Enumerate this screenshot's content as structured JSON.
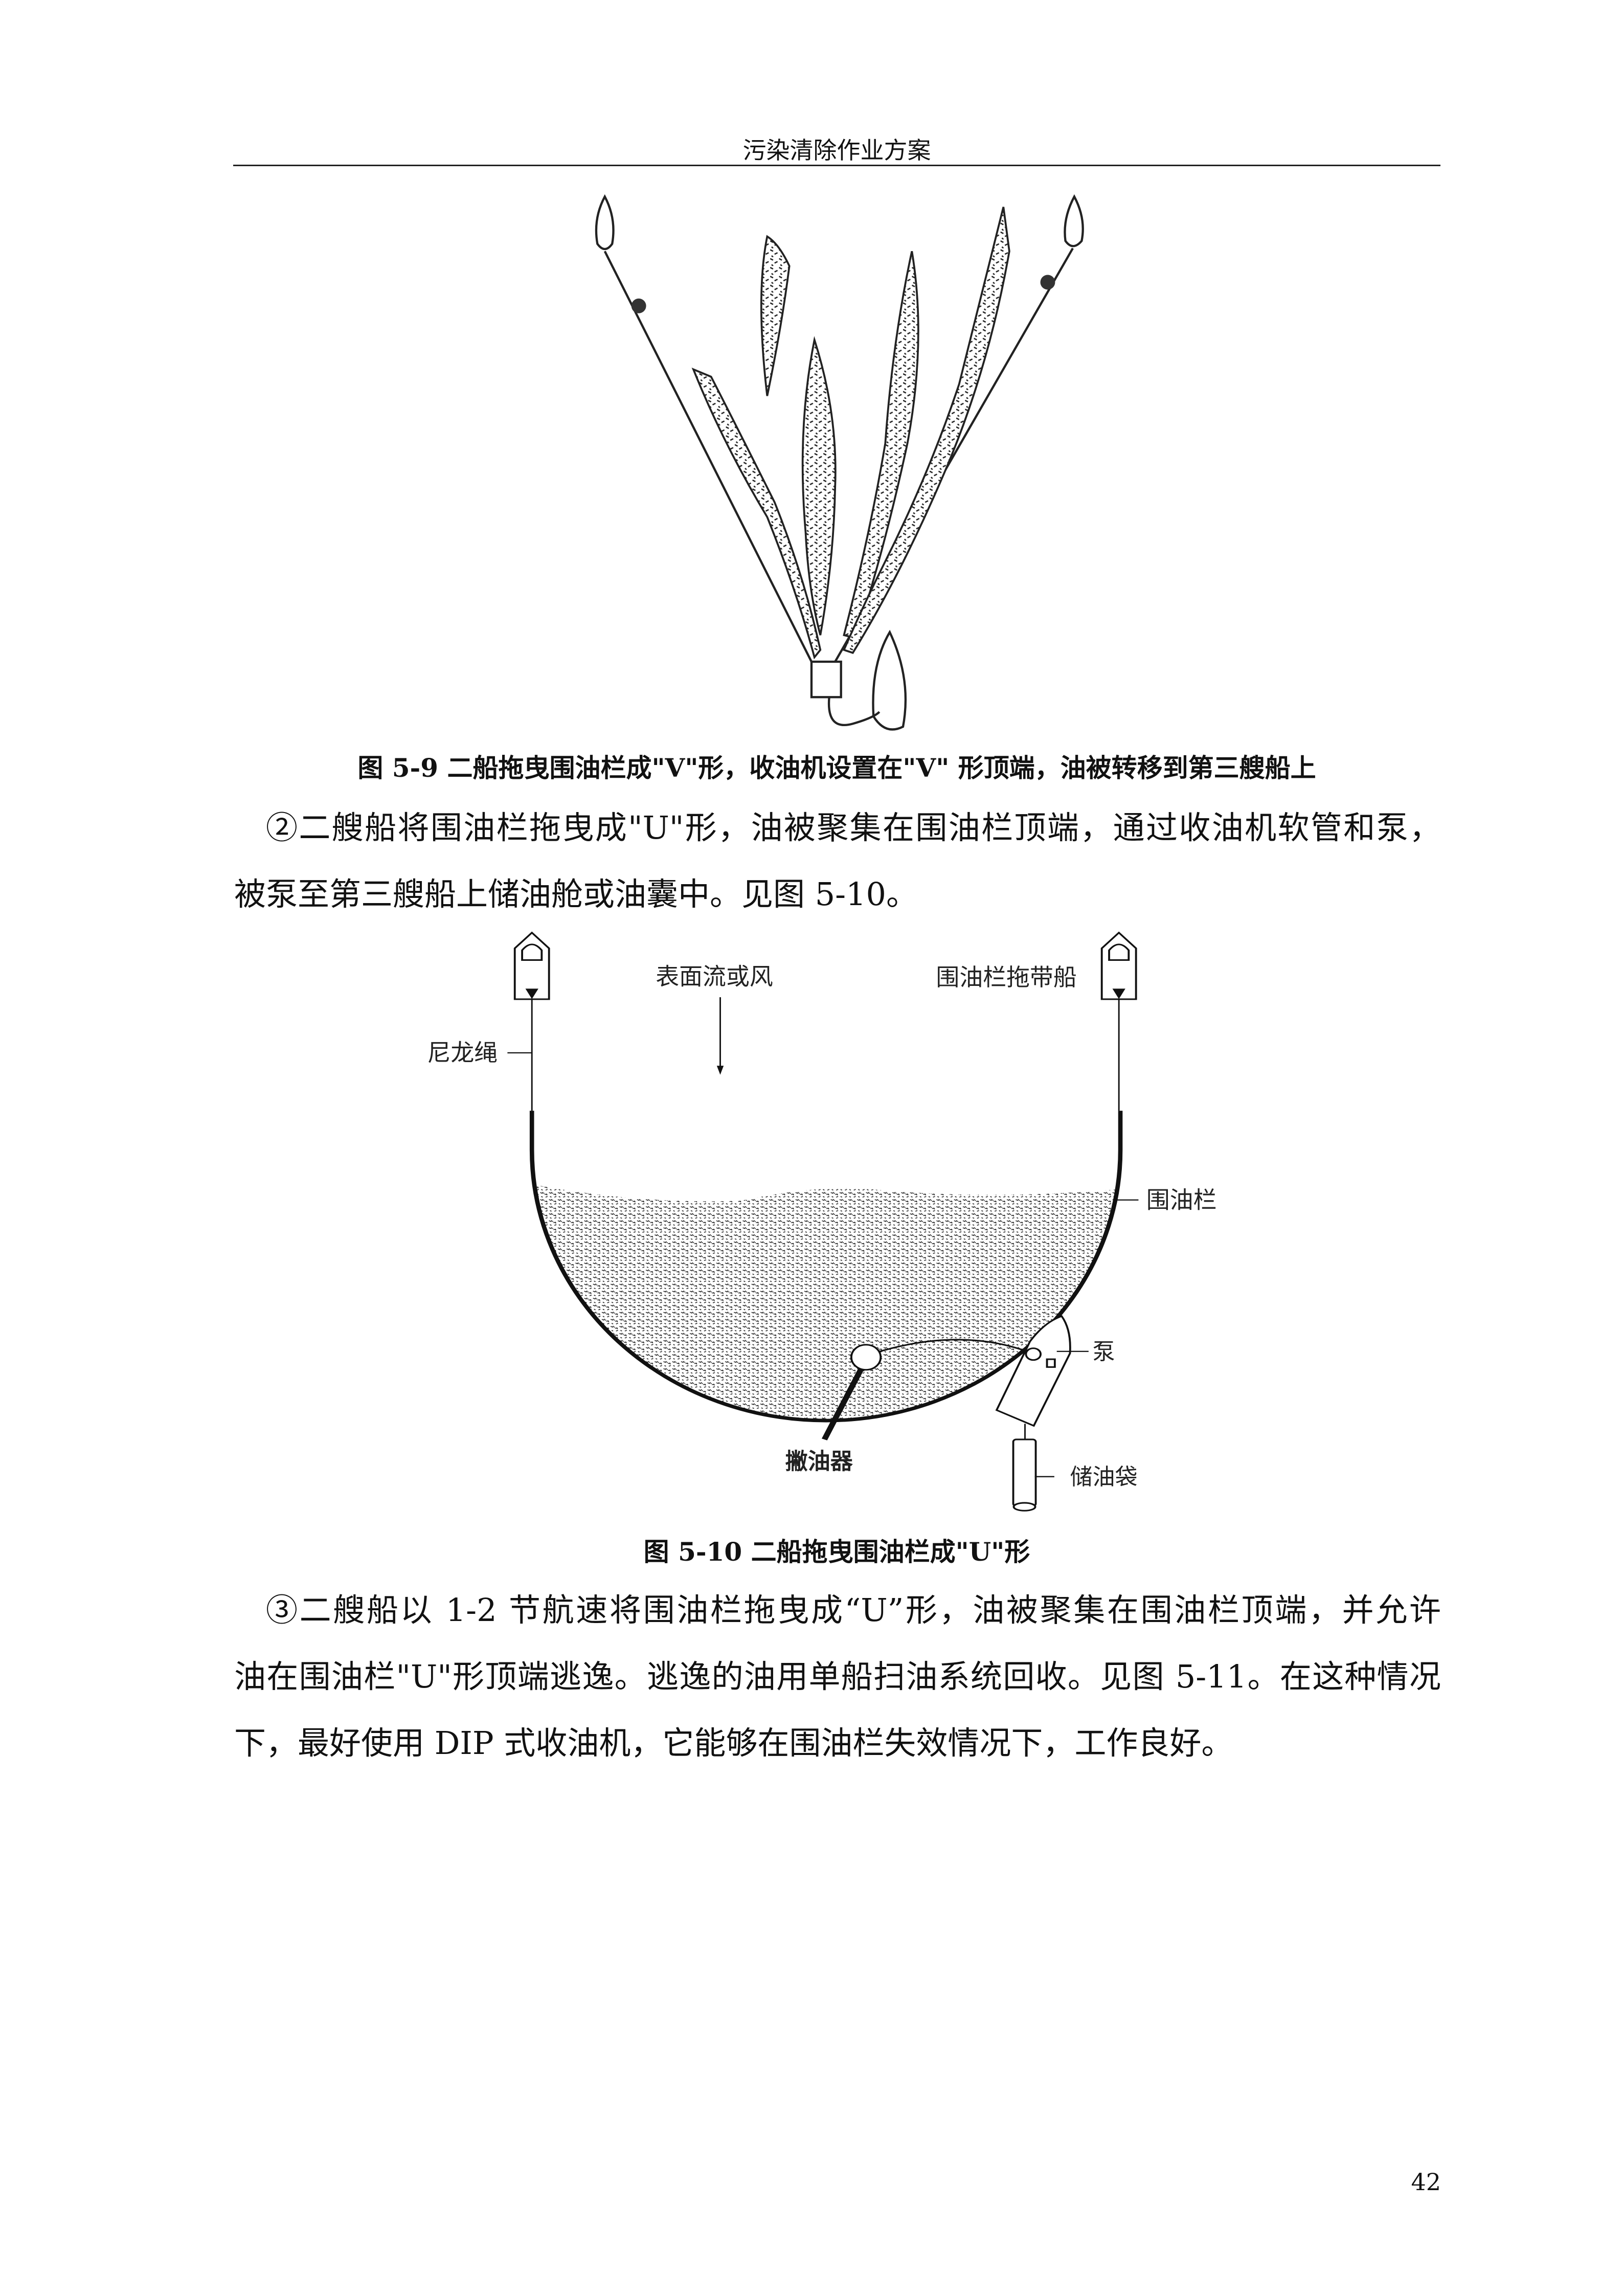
{
  "header": {
    "title": "污染清除作业方案"
  },
  "figure_5_9": {
    "caption": "图 5-9  二船拖曳围油栏成\"V\"形，收油机设置在\"V\"  形顶端，油被转移到第三艘船上"
  },
  "paragraph_2": {
    "lines": [
      "②二艘船将围油栏拖曳成\"U\"形，油被聚集在围油栏顶端，通过收油机软管和泵，",
      "被泵至第三艘船上储油舱或油囊中。见图 5-10。"
    ]
  },
  "figure_5_10": {
    "labels": {
      "current": "表面流或风",
      "tow_boat": "围油栏拖带船",
      "rope": "尼龙绳",
      "boom": "围油栏",
      "pump": "泵",
      "skimmer": "撇油器",
      "bag": "储油袋"
    },
    "caption": "图 5-10  二船拖曳围油栏成\"U\"形"
  },
  "paragraph_3": {
    "lines": [
      "③二艘船以 1-2 节航速将围油栏拖曳成“U”形，油被聚集在围油栏顶端，并允许",
      "油在围油栏\"U\"形顶端逃逸。逃逸的油用单船扫油系统回收。见图 5-11。在这种情况",
      "下，最好使用  DIP 式收油机，它能够在围油栏失效情况下，工作良好。"
    ]
  },
  "page_number": "42"
}
